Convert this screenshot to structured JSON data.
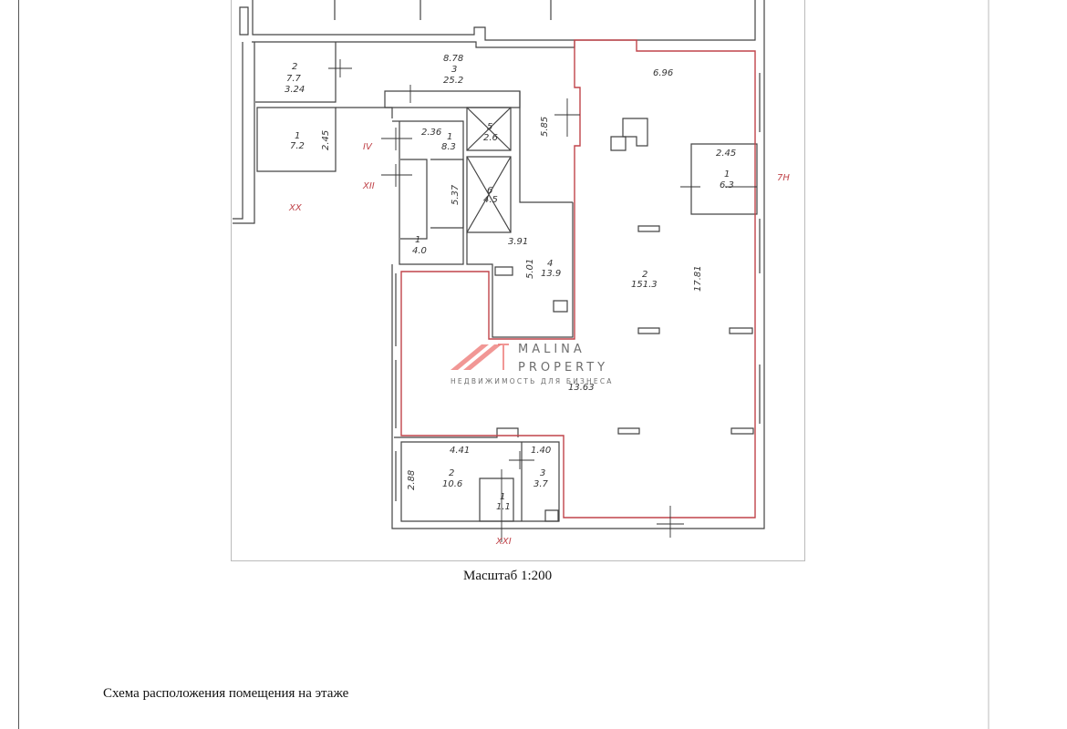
{
  "document": {
    "scale_label": "Масштаб 1:200",
    "caption": "Схема расположения помещения на этаже"
  },
  "logo": {
    "line1": "MALINA",
    "line2": "PROPERTY",
    "tagline": "НЕДВИЖИМОСТЬ ДЛЯ БИЗНЕСА",
    "color": "#e8534f"
  },
  "colors": {
    "wall": "#444444",
    "highlight_outline": "#c0444a",
    "axis_label": "#c0444a"
  },
  "plan": {
    "rooms": [
      {
        "id": "r-top-left",
        "number": "2",
        "area": "7.7",
        "dimension": "3.24"
      },
      {
        "id": "r-top-mid",
        "number": "3",
        "area": "25.2",
        "dimension": "8.78"
      },
      {
        "id": "r-left",
        "number": "1",
        "area": "7.2",
        "dimension": "2.45"
      },
      {
        "id": "r-stair-hall",
        "number": "1",
        "area": "8.3",
        "dimension": "2.36"
      },
      {
        "id": "r-lift-small",
        "number": "5",
        "area": "2.6"
      },
      {
        "id": "r-lift-large",
        "number": "6",
        "area": "4.5"
      },
      {
        "id": "r-stair",
        "number": "1",
        "area": "4.0",
        "dimension": "5.37"
      },
      {
        "id": "r-corridor",
        "dimension": "5.85"
      },
      {
        "id": "r-tech",
        "number": "4",
        "area": "13.9",
        "dimension_a": "3.91",
        "dimension_b": "5.01"
      },
      {
        "id": "r-main-hall",
        "number": "2",
        "area": "151.3",
        "dimension_a": "6.96",
        "dimension_b": "17.81",
        "dimension_c": "13.63"
      },
      {
        "id": "r-right-room",
        "number": "1",
        "area": "6.3",
        "dimension": "2.45"
      },
      {
        "id": "r-bottom-left",
        "number": "2",
        "area": "10.6",
        "dimension_a": "4.41",
        "dimension_b": "2.88"
      },
      {
        "id": "r-bottom-wc",
        "number": "1",
        "area": "1.1"
      },
      {
        "id": "r-bottom-right",
        "number": "3",
        "area": "3.7",
        "dimension": "1.40"
      }
    ],
    "axis_labels": [
      "IV",
      "XII",
      "XX",
      "7H",
      "XXI"
    ]
  }
}
